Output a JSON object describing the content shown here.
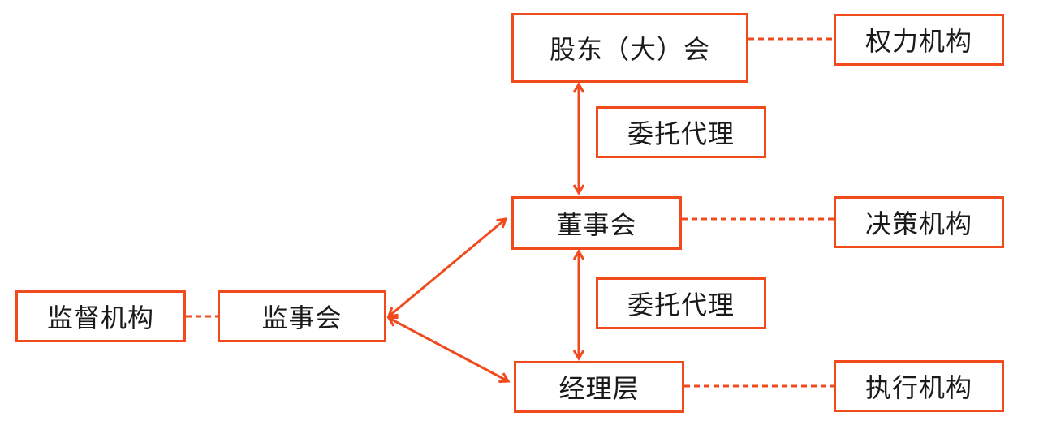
{
  "colors": {
    "accent": "#f04a1d",
    "text": "#1a1a1a",
    "background": "#ffffff"
  },
  "nodes": {
    "shareholders": "股东（大）会",
    "board": "董事会",
    "management": "经理层",
    "supervisory_board": "监事会"
  },
  "roles": {
    "power": "权力机构",
    "decision": "决策机构",
    "execution": "执行机构",
    "supervision": "监督机构"
  },
  "relations": {
    "agency_upper": "委托代理",
    "agency_lower": "委托代理"
  }
}
